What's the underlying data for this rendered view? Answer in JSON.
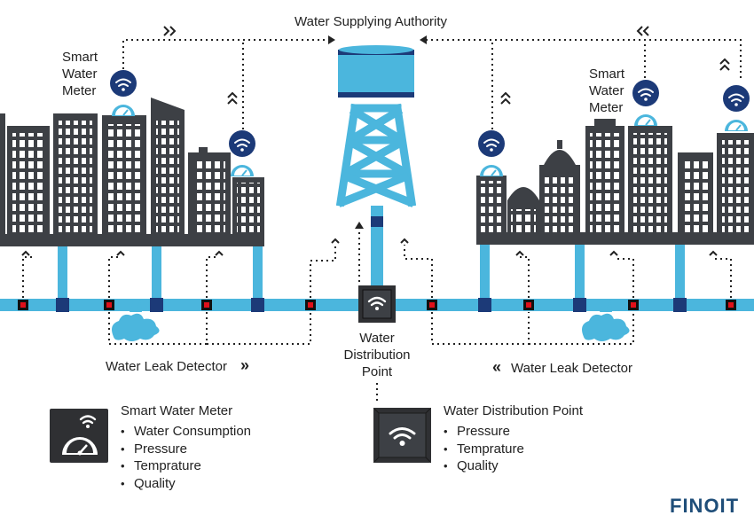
{
  "authority": {
    "label": "Water Supplying Authority"
  },
  "meters": {
    "left_label": [
      "Smart",
      "Water",
      "Meter"
    ],
    "right_label": [
      "Smart",
      "Water",
      "Meter"
    ]
  },
  "leak_detector": {
    "left_label": "Water Leak Detector",
    "right_label": "Water Leak Detector",
    "left_arrows": "››",
    "right_arrows": "‹‹"
  },
  "distribution_point": {
    "label": [
      "Water",
      "Distribution",
      "Point"
    ]
  },
  "legend": {
    "meter": {
      "title": "Smart Water Meter",
      "items": [
        "Water Consumption",
        "Pressure",
        "Temprature",
        "Quality"
      ],
      "icon": "smart-meter-icon"
    },
    "distribution": {
      "title": "Water Distribution Point",
      "items": [
        "Pressure",
        "Temprature",
        "Quality"
      ],
      "icon": "wifi-distribution-icon"
    }
  },
  "brand": {
    "name": "FINOIT"
  },
  "colors": {
    "building": "#3d4045",
    "window": "#ffffff",
    "pipe": "#4bb6dd",
    "pipe_joint": "#1c3a78",
    "sensor": "#e0101a",
    "tower": "#4bb6dd",
    "tower_band": "#1c3a78",
    "meter_icon": "#1c3a78",
    "gauge": "#4bb6dd",
    "leak": "#4bb6dd",
    "dotted": "#222222",
    "logo": "#1f4e79"
  }
}
